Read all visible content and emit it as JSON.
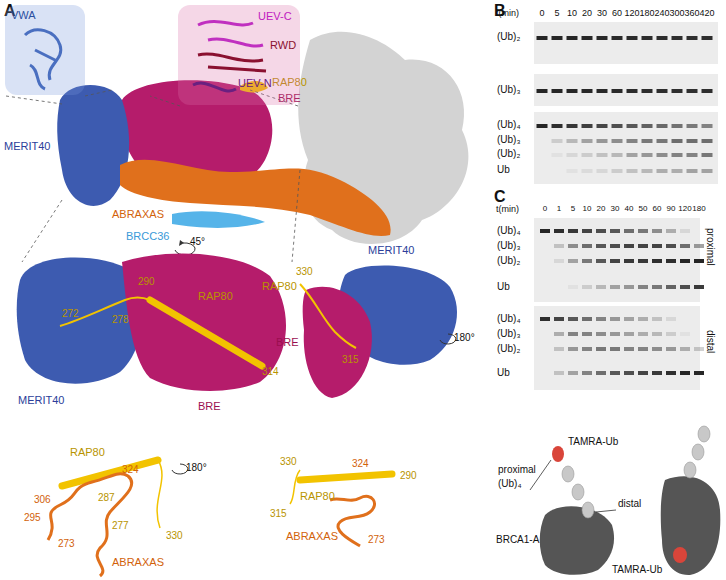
{
  "diagram": {
    "nodes": [
      {
        "text": [
          "VWA"
        ]
      },
      {
        "text": [
          "UEV-C",
          "RWD",
          "UEV-N"
        ]
      }
    ],
    "labels": [
      "A",
      "RAP80",
      "BRE",
      "MERIT40",
      "ABRAXAS",
      "BRCC36",
      "45°",
      "290",
      "RAP80",
      "272",
      "278",
      "314",
      "MERIT40",
      "BRE",
      "MERIT40",
      "330",
      "RAP80",
      "BRE",
      "315",
      "180°",
      "180°",
      "RAP80",
      "324",
      "306",
      "287",
      "295",
      "273",
      "277",
      "330",
      "ABRAXAS",
      "330",
      "RAP80",
      "324",
      "290",
      "315",
      "ABRAXAS",
      "273",
      "B",
      "t(min)",
      "0",
      "5",
      "10",
      "20",
      "30",
      "60",
      "120",
      "180",
      "240",
      "300",
      "360",
      "420",
      "(Ub)₂",
      "(Ub)₃",
      "(Ub)₄",
      "(Ub)₃",
      "(Ub)₂",
      "Ub",
      "C",
      "t(min)",
      "0",
      "1",
      "5",
      "10",
      "20",
      "30",
      "40",
      "50",
      "60",
      "90",
      "120",
      "180",
      "(Ub)₄",
      "(Ub)₃",
      "(Ub)₂",
      "Ub",
      "proximal",
      "(Ub)₄",
      "(Ub)₃",
      "(Ub)₂",
      "Ub",
      "distal",
      "proximal",
      "(Ub)₄",
      "TAMRA-Ub",
      "distal",
      "BRCA1-A",
      "TAMRA-Ub"
    ]
  }
}
